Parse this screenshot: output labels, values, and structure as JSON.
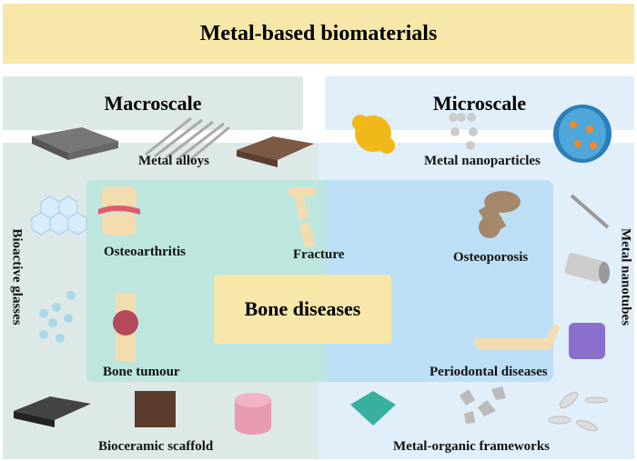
{
  "title": "Metal-based biomaterials",
  "scales": {
    "macro": "Macroscale",
    "micro": "Microscale"
  },
  "center": "Bone diseases",
  "materials": {
    "metal_alloys": "Metal alloys",
    "metal_nanoparticles": "Metal nanoparticles",
    "bioactive_glasses": "Bioactive glasses",
    "metal_nanotubes": "Metal nanotubes",
    "bioceramic_scaffold": "Bioceramic scaffold",
    "mofs": "Metal-organic frameworks"
  },
  "diseases": {
    "osteoarthritis": "Osteoarthritis",
    "fracture": "Fracture",
    "osteoporosis": "Osteoporosis",
    "bone_tumour": "Bone tumour",
    "periodontal": "Periodontal diseases"
  },
  "colors": {
    "yellow": "#f7e7a8",
    "macro": "#dde9e6",
    "micro": "#e1effb",
    "inner_left": "#bde6df",
    "inner_right": "#bcdff5"
  }
}
